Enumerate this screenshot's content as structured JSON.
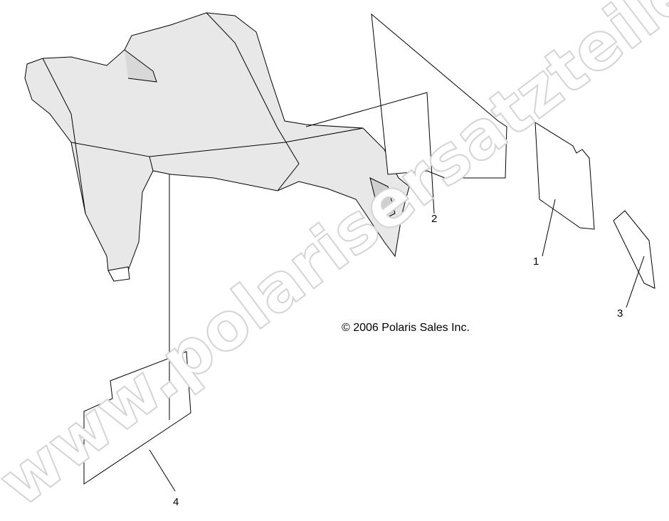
{
  "copyright": "© 2006 Polaris Sales Inc.",
  "watermark": "www.polarisersatzteile.de",
  "callouts": [
    "1",
    "2",
    "3",
    "4"
  ],
  "colors": {
    "line": "#000000",
    "shade": "#e6e6e6",
    "watermark": "#dcdcdc"
  }
}
